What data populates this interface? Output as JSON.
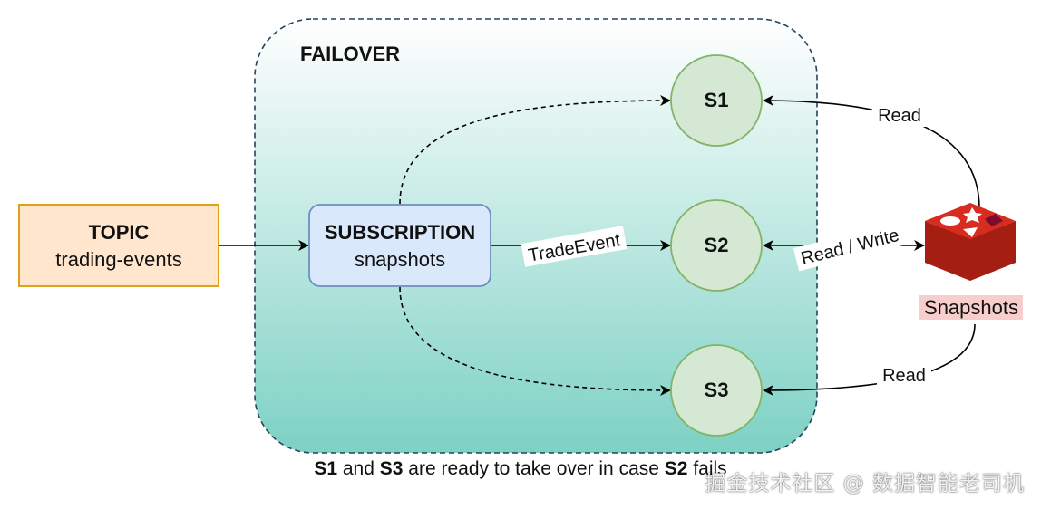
{
  "group": {
    "label": "FAILOVER"
  },
  "topic": {
    "title": "TOPIC",
    "subtitle": "trading-events"
  },
  "subscription": {
    "title": "SUBSCRIPTION",
    "subtitle": "snapshots"
  },
  "servers": {
    "s1": "S1",
    "s2": "S2",
    "s3": "S3"
  },
  "edges": {
    "trade_event": "TradeEvent",
    "read_top": "Read",
    "read_write": "Read / Write",
    "read_bottom": "Read"
  },
  "store": {
    "label": "Snapshots",
    "icon": "redis-icon"
  },
  "caption": {
    "s1": "S1",
    "and": "and",
    "s3": "S3",
    "middle": "are ready to take over in case",
    "s2": "S2",
    "end": "fails"
  },
  "watermark": "掘金技术社区 @ 数据智能老司机",
  "colors": {
    "topic_fill": "#ffe6cc",
    "topic_stroke": "#d79b00",
    "subscription_fill": "#dae8fc",
    "subscription_stroke": "#6c8ebf",
    "server_fill": "#d5e8d4",
    "server_stroke": "#82b366",
    "group_gradient_top": "#ffffff",
    "group_gradient_bottom": "#7dd1c4",
    "redis_red": "#d82c20",
    "snapshots_label_bg": "#f8cecc"
  }
}
